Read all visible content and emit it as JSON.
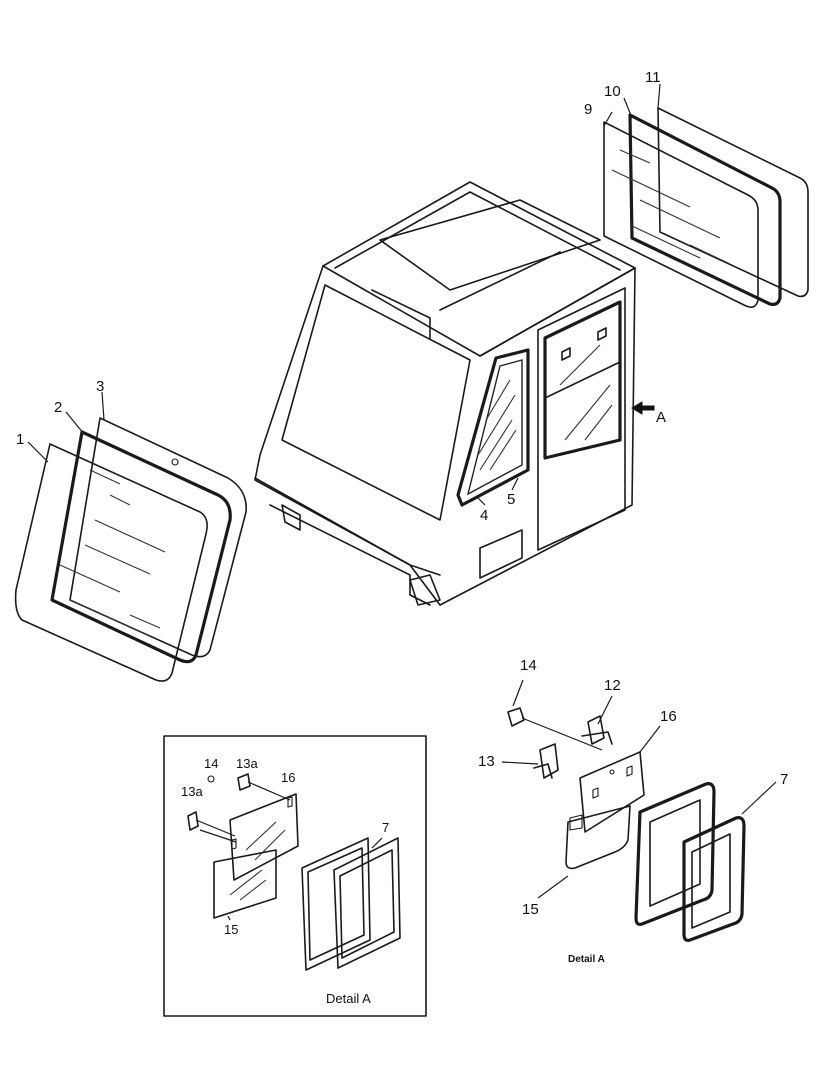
{
  "callouts": {
    "c1": "1",
    "c2": "2",
    "c3": "3",
    "c4": "4",
    "c5": "5",
    "c7": "7",
    "c9": "9",
    "c10": "10",
    "c11": "11",
    "c12": "12",
    "c13": "13",
    "c14": "14",
    "c15": "15",
    "c16": "16",
    "arrow_a": "A"
  },
  "inset": {
    "c14": "14",
    "c13a_top": "13a",
    "c13a_left": "13a",
    "c16": "16",
    "c7": "7",
    "c15": "15",
    "caption": "Detail A"
  },
  "detail_caption": "Detail A"
}
